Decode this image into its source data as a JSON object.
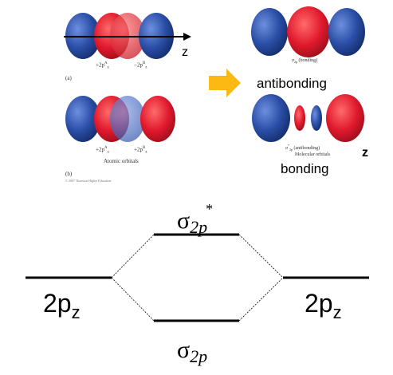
{
  "top_left": {
    "panel_a_label": "(a)",
    "panel_b_label": "(b)",
    "axis_label": "z",
    "panel_a_cap_left": "+2p",
    "panel_a_cap_left_sup": "A",
    "panel_a_cap_left_sub": "z",
    "panel_a_cap_right": "−2p",
    "panel_a_cap_right_sup": "B",
    "panel_a_cap_right_sub": "z",
    "panel_b_cap_left": "+2p",
    "panel_b_cap_left_sup": "A",
    "panel_b_cap_left_sub": "z",
    "panel_b_cap_right": "+2p",
    "panel_b_cap_right_sup": "B",
    "panel_b_cap_right_sub": "z",
    "atomic_orbitals": "Atomic orbitals",
    "copyright": "© 2007 Thomson Higher Education"
  },
  "top_right": {
    "bonding_caption_sym": "σ",
    "bonding_caption_sub": "2p",
    "bonding_caption_text": "(bonding)",
    "antibonding_overlay": "antibonding",
    "antibonding_caption_sym": "σ",
    "antibonding_caption_sub": "2p",
    "antibonding_caption_text": "(antibonding)",
    "molecular_orbitals": "Molecular orbitals",
    "bonding_overlay": "bonding",
    "z_label": "z"
  },
  "energy_diagram": {
    "upper_sigma": "σ",
    "upper_sub": "2p",
    "upper_star": "*",
    "lower_sigma": "σ",
    "lower_sub": "2p",
    "left_label": "2p",
    "left_sub": "z",
    "right_label": "2p",
    "right_sub": "z"
  },
  "colors": {
    "positive_lobe": "#e0192d",
    "negative_lobe": "#2a4ea6",
    "arrow": "#fdb913"
  }
}
